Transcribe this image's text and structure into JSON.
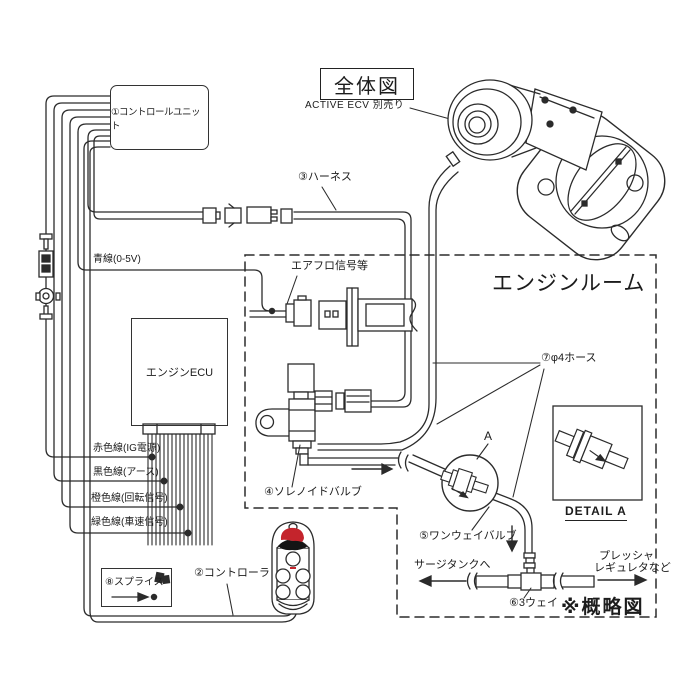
{
  "diagram": {
    "title": "全体図",
    "subtitle": "ACTIVE ECV 別売り",
    "schematic_note": "※概略図",
    "engine_room": "エンジンルーム"
  },
  "components": {
    "control_unit": "①コントロールユニット",
    "controller": "②コントローラ",
    "harness": "③ハーネス",
    "solenoid_valve": "④ソレノイドバルブ",
    "one_way_valve": "⑤ワンウェイバルブ",
    "three_way": "⑥3ウェイ",
    "hose_phi4": "⑦φ4ホース",
    "splice": "⑧スプライス",
    "engine_ecu": "エンジンECU"
  },
  "wires": {
    "blue_signal": "青線(0-5V)",
    "airflow_signal": "エアフロ信号等",
    "red_ig": "赤色線(IG電源)",
    "black_ground": "黒色線(アース)",
    "orange_rpm": "橙色線(回転信号)",
    "green_speed": "緑色線(車速信号)"
  },
  "destinations": {
    "surge_tank": "サージタンクへ",
    "pressure_line1": "プレッシャ",
    "pressure_line2": "レギュレタなど"
  },
  "detail": {
    "label": "DETAIL A",
    "marker": "A"
  },
  "colors": {
    "line": "#2b2b2b",
    "accent_red": "#c4242c"
  }
}
